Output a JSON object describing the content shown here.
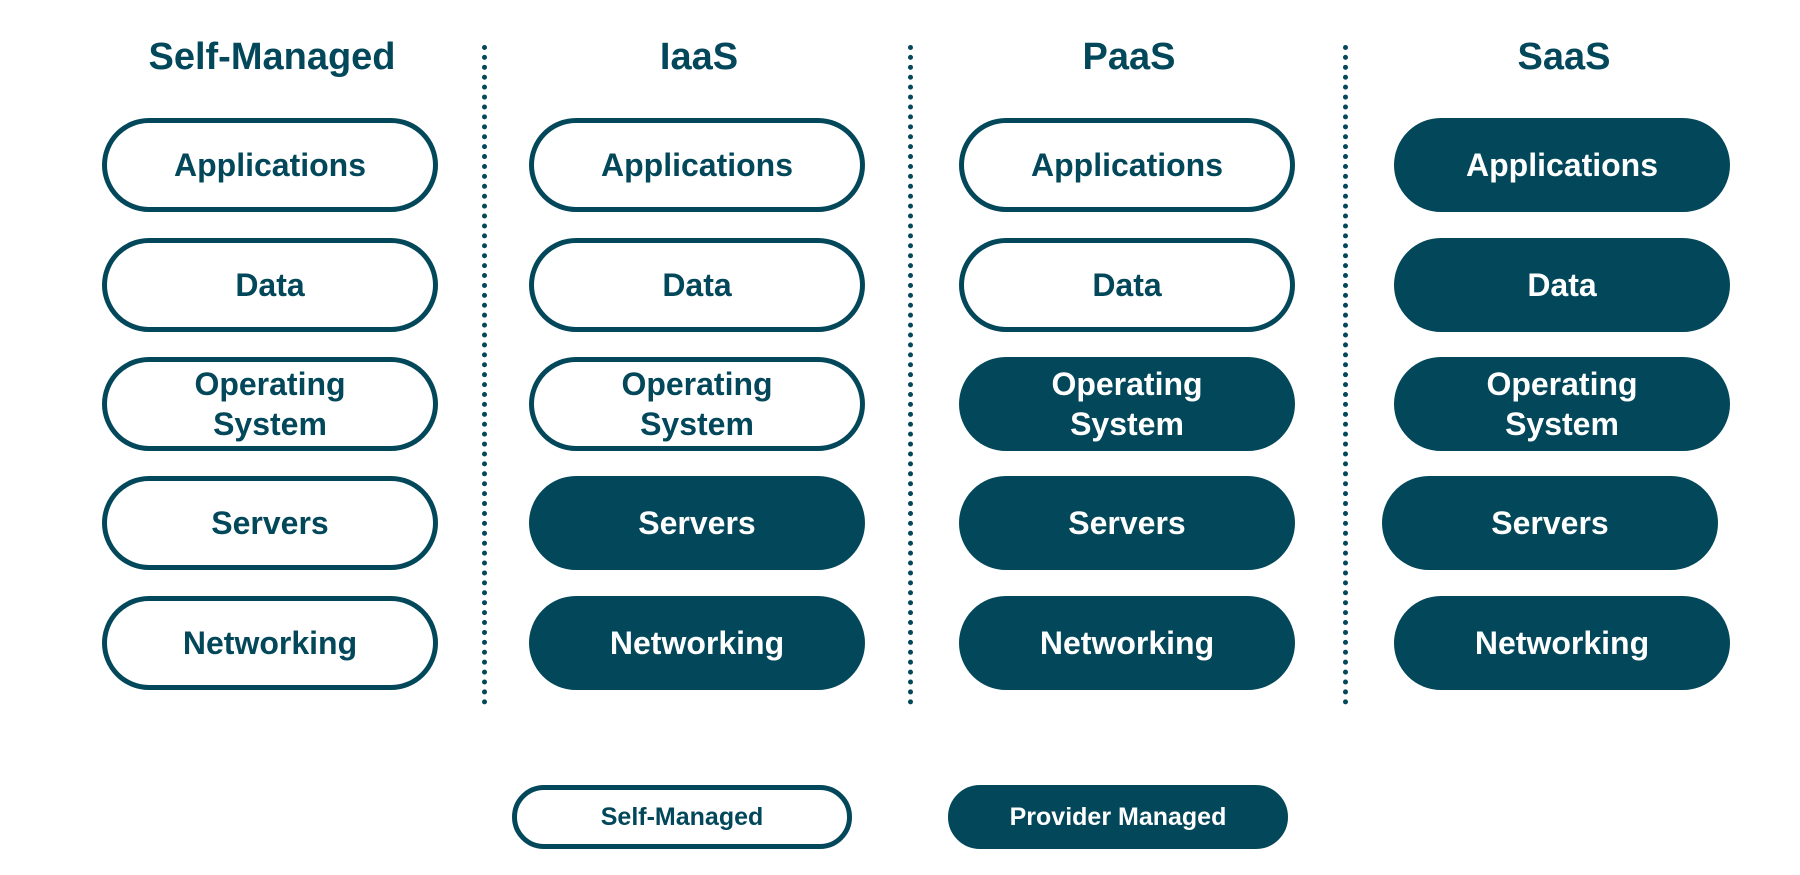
{
  "colors": {
    "primary": "#03485a",
    "background": "#ffffff"
  },
  "columns": [
    {
      "title": "Self-Managed",
      "layers": [
        {
          "label": "Applications",
          "managed_by": "self"
        },
        {
          "label": "Data",
          "managed_by": "self"
        },
        {
          "label": "Operating\nSystem",
          "managed_by": "self"
        },
        {
          "label": "Servers",
          "managed_by": "self"
        },
        {
          "label": "Networking",
          "managed_by": "self"
        }
      ]
    },
    {
      "title": "IaaS",
      "layers": [
        {
          "label": "Applications",
          "managed_by": "self"
        },
        {
          "label": "Data",
          "managed_by": "self"
        },
        {
          "label": "Operating\nSystem",
          "managed_by": "self"
        },
        {
          "label": "Servers",
          "managed_by": "provider"
        },
        {
          "label": "Networking",
          "managed_by": "provider"
        }
      ]
    },
    {
      "title": "PaaS",
      "layers": [
        {
          "label": "Applications",
          "managed_by": "self"
        },
        {
          "label": "Data",
          "managed_by": "self"
        },
        {
          "label": "Operating\nSystem",
          "managed_by": "provider"
        },
        {
          "label": "Servers",
          "managed_by": "provider"
        },
        {
          "label": "Networking",
          "managed_by": "provider"
        }
      ]
    },
    {
      "title": "SaaS",
      "layers": [
        {
          "label": "Applications",
          "managed_by": "provider"
        },
        {
          "label": "Data",
          "managed_by": "provider"
        },
        {
          "label": "Operating\nSystem",
          "managed_by": "provider"
        },
        {
          "label": "Servers",
          "managed_by": "provider"
        },
        {
          "label": "Networking",
          "managed_by": "provider"
        }
      ]
    }
  ],
  "legend": {
    "self_label": "Self-Managed",
    "provider_label": "Provider Managed"
  }
}
